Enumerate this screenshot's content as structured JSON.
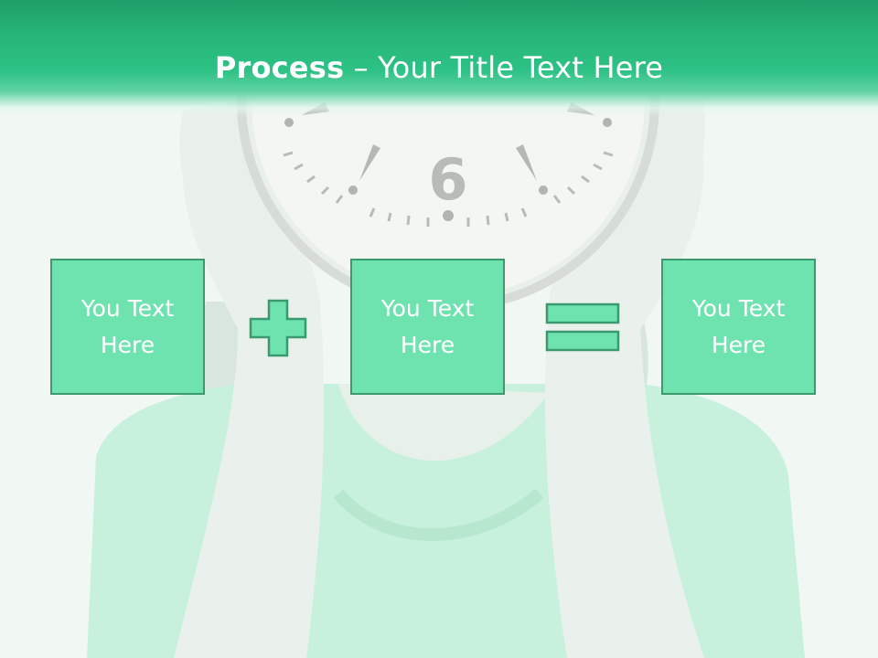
{
  "slide": {
    "title_bold": "Process",
    "title_rest": " – Your Title Text Here"
  },
  "boxes": [
    {
      "text": "You Text\nHere"
    },
    {
      "text": "You Text\nHere"
    },
    {
      "text": "You Text\nHere"
    }
  ],
  "operators": {
    "first": "plus-icon",
    "second": "equals-icon"
  },
  "background": {
    "clock_numeral": "6"
  },
  "colors": {
    "header_green": "#27b578",
    "box_fill": "#6ee3b0",
    "box_border": "#3a9a6e",
    "text": "#ffffff"
  }
}
